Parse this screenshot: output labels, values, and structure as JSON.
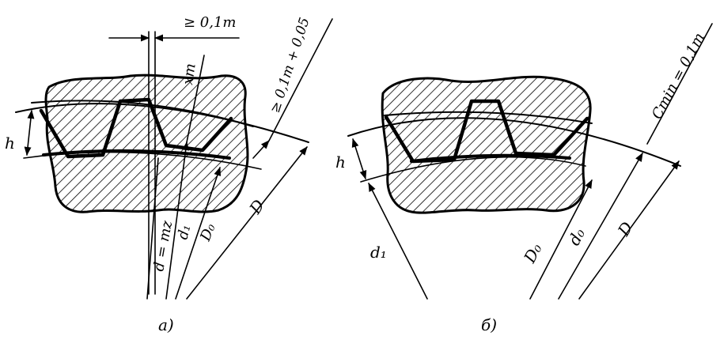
{
  "figure_a": {
    "caption": "a)",
    "labels": {
      "h": "h",
      "min_gap": "≥ 0,1m",
      "shift": "xm",
      "tip_gap": "≥ 0,1m + 0,05",
      "d": "d = mz",
      "d1": "d₁",
      "D0": "D₀",
      "D": "D"
    }
  },
  "figure_b": {
    "caption": "б)",
    "labels": {
      "h": "h",
      "cmin": "Cmin = 0,1m",
      "d1": "d₁",
      "D0": "D₀",
      "d0": "d₀",
      "D": "D"
    }
  },
  "colors": {
    "ink": "#000000",
    "background": "#ffffff"
  }
}
